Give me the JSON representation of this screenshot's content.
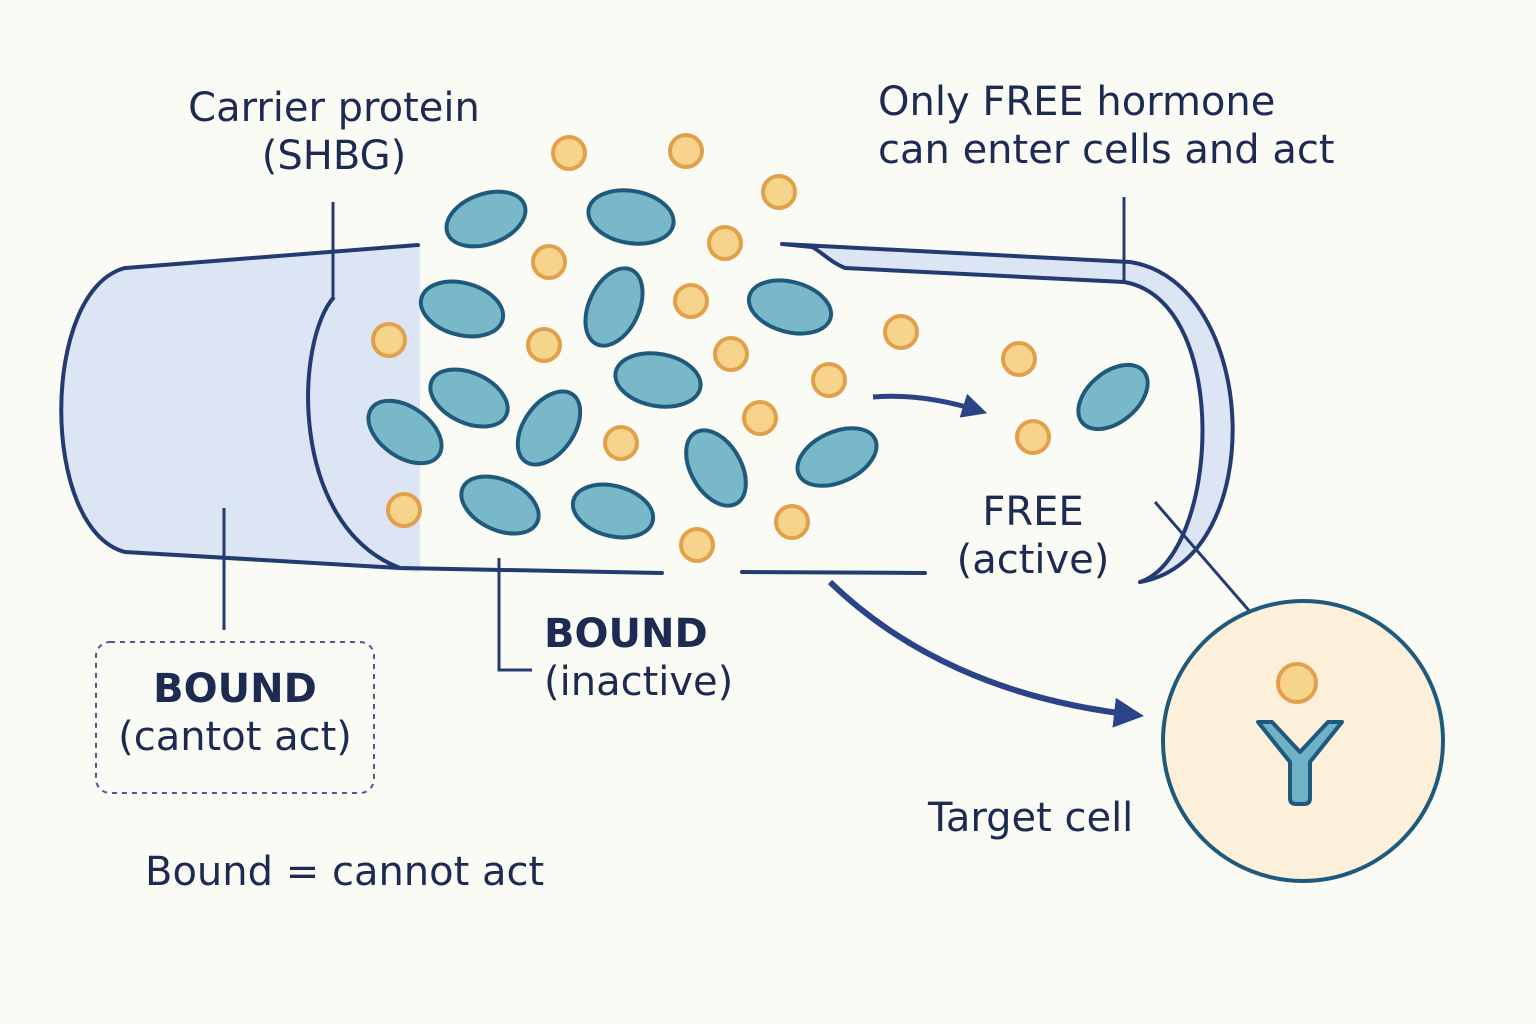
{
  "labels": {
    "carrier_line1": "Carrier protein",
    "carrier_line2": "(SHBG)",
    "free_note_line1": "Only FREE hormone",
    "free_note_line2": "can enter cells and act",
    "free_line1": "FREE",
    "free_line2": "(active)",
    "bound_mid_line1": "BOUND",
    "bound_mid_line2": "(inactive)",
    "bound_box_line1": "BOUND",
    "bound_box_line2": "(cantot act)",
    "bound_summary": "Bound = cannot act",
    "target_cell": "Target cell"
  },
  "colors": {
    "outline": "#233a72",
    "vessel_fill": "#dbe5f4",
    "carrier_fill": "#79b8c9",
    "carrier_stroke": "#1f5a7c",
    "hormone_fill": "#f6d48c",
    "hormone_stroke": "#e2a04a",
    "cell_fill": "#fdf0da",
    "cell_stroke": "#1f5a7c",
    "receptor_fill": "#6fb2c8"
  }
}
